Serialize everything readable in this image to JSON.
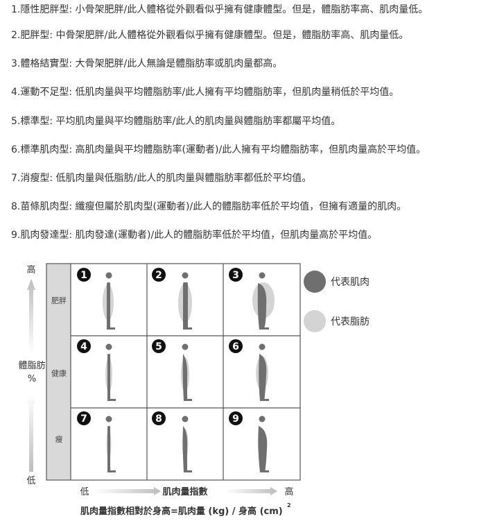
{
  "types": [
    "1.隱性肥胖型: 小骨架肥胖/此人體格從外觀看似乎擁有健康體型。但是，體脂肪率高、肌肉量低。",
    "2.肥胖型: 中骨架肥胖/此人體格從外觀看似乎擁有健康體型。但是，體脂肪率高、肌肉量低。",
    "3.體格結實型: 大骨架肥胖/此人無論是體脂肪率或肌肉量都高。",
    "4.運動不足型: 低肌肉量與平均體脂肪率/此人擁有平均體脂肪率，但肌肉量稍低於平均值。",
    "5.標準型: 平均肌肉量與平均體脂肪率/此人的肌肉量與體脂肪率都屬平均值。",
    "6.標準肌肉型: 高肌肉量與平均體脂肪率(運動者)/此人擁有平均體脂肪率，但肌肉量高於平均值。",
    "7.消瘦型: 低肌肉量與低脂肪/此人的肌肉量與體脂肪率都低於平均值。",
    "8.苗條肌肉型: 纖瘦但屬於肌肉型(運動者)/此人的體脂肪率低於平均值，但擁有適量的肌肉。",
    "9.肌肉發達型: 肌肉發達(運動者)/此人的體脂肪率低於平均值，但肌肉量高於平均值。"
  ],
  "diagram": {
    "y_axis": {
      "top": "高",
      "bottom": "低",
      "label_line1": "體脂肪",
      "label_line2": "%"
    },
    "rows": [
      "肥胖",
      "健康",
      "瘦"
    ],
    "cells": [
      "1",
      "2",
      "3",
      "4",
      "5",
      "6",
      "7",
      "8",
      "9"
    ],
    "x_axis": {
      "low": "低",
      "title": "肌肉量指數",
      "high": "高"
    },
    "formula": "肌肉量指數相對於身高=肌肉量 (kg) / 身高 (cm)",
    "formula_sup": "2",
    "legend": [
      {
        "label": "代表肌肉",
        "color": "#6f6f6f"
      },
      {
        "label": "代表脂肪",
        "color": "#d4d4d4"
      }
    ]
  }
}
